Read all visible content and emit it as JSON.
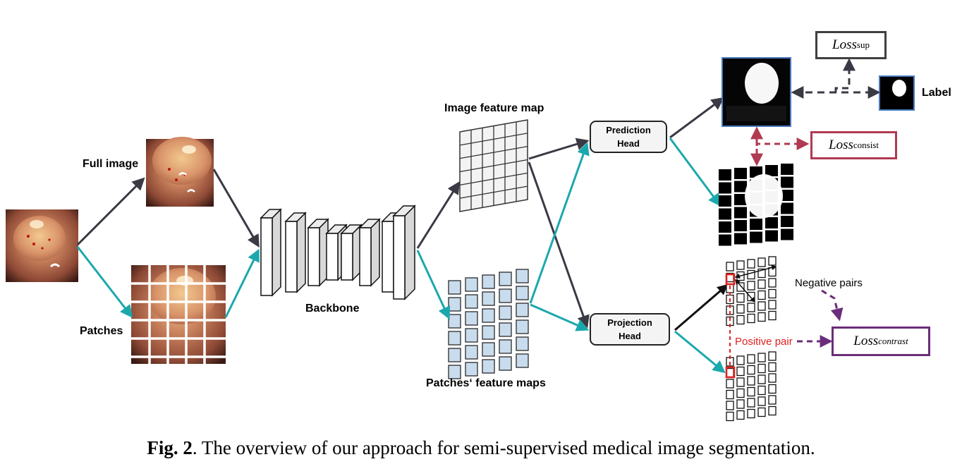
{
  "labels": {
    "full_image": "Full image",
    "patches": "Patches",
    "backbone": "Backbone",
    "image_feature_map": "Image feature map",
    "patches_feature_maps": "Patches‘ feature maps",
    "label": "Label",
    "negative_pairs": "Negative pairs",
    "positive_pair": "Positive pair"
  },
  "heads": {
    "prediction_line1": "Prediction",
    "prediction_line2": "Head",
    "projection_line1": "Projection",
    "projection_line2": "Head"
  },
  "losses": {
    "sup_main": "Loss",
    "sup_sub": "sup",
    "consist_main": "Loss",
    "consist_sub": "consist",
    "contrast_main": "Loss",
    "contrast_sub": "contrast"
  },
  "caption": {
    "fig": "Fig. 2",
    "text": ". The overview of our approach for semi-supervised medical image segmentation."
  },
  "colors": {
    "dark_arrow": "#3a3a44",
    "teal_arrow": "#1ba8ad",
    "consist_red": "#b03a52",
    "contrast_purple": "#6b2d7a",
    "patch_blue": "#c9dcee",
    "positive_red": "#e02020"
  }
}
